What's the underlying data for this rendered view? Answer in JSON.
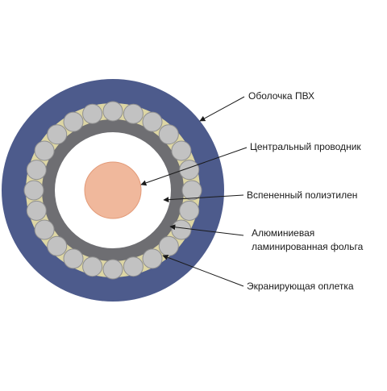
{
  "labels": {
    "sheath": "Оболочка ПВХ",
    "conductor": "Центральный проводник",
    "dielectric": "Вспененный полиэтилен",
    "foil_line1": "Алюминиевая",
    "foil_line2": "ламинированная фольга",
    "braid": "Экранирующая оплетка"
  },
  "colors": {
    "sheath": "#4d5b8c",
    "braid_bed": "#ddd6a4",
    "foil": "#6e6e72",
    "dielectric": "#ffffff",
    "conductor": "#f0b89c",
    "braid_wire": "#c2c2c2"
  },
  "braid_wire_count": 24
}
